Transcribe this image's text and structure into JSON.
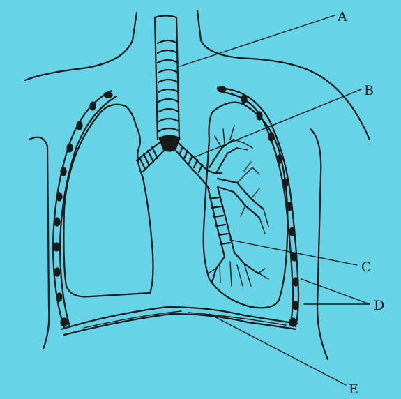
{
  "labels": {
    "a": "A",
    "b": "B",
    "c": "C",
    "d": "D",
    "e": "E"
  },
  "colors": {
    "background": "#66d3e6",
    "ink": "#1a1a1a"
  }
}
